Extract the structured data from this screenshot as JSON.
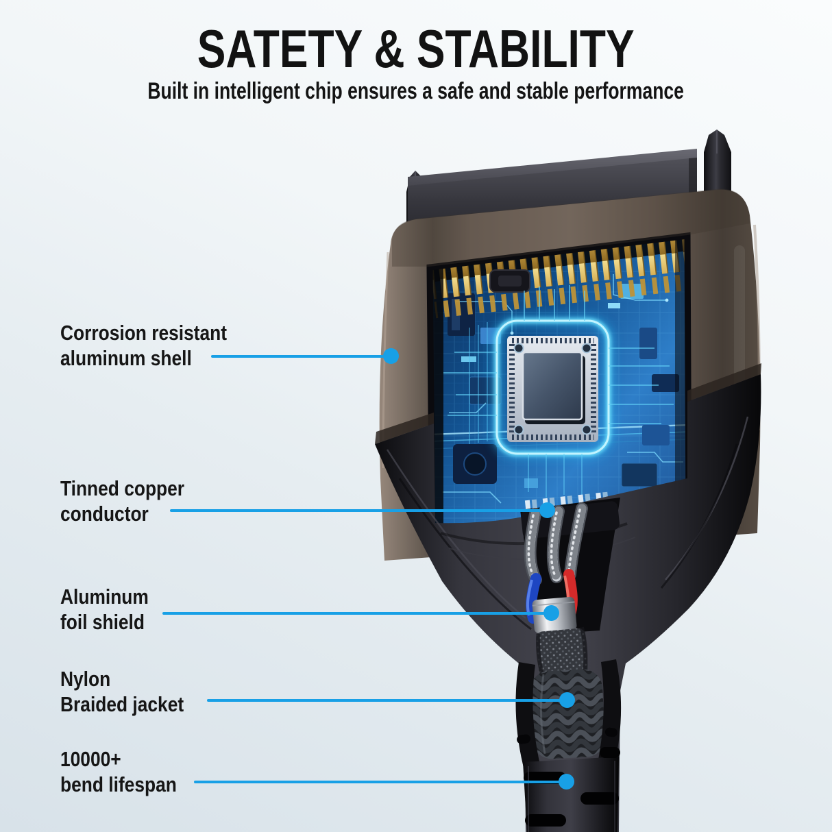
{
  "page": {
    "title": "SATETY & STABILITY",
    "subtitle": "Built in intelligent chip ensures a safe and stable performance"
  },
  "callouts": [
    {
      "line1": "Corrosion resistant",
      "line2": "aluminum shell"
    },
    {
      "line1": "Tinned copper",
      "line2": "conductor"
    },
    {
      "line1": "Aluminum",
      "line2": "foil shield"
    },
    {
      "line1": "Nylon",
      "line2": "Braided jacket"
    },
    {
      "line1": "10000+",
      "line2": "bend lifespan"
    }
  ],
  "colors": {
    "accent_blue": "#18a0e6",
    "text": "#141414",
    "background_top": "#fafcfd",
    "background_bottom": "#d8e2e9",
    "shell_bronze": "#8f8074",
    "housing_black": "#26262c",
    "pcb_blue": "#1b5ea8",
    "trace_cyan": "#6fe2ff",
    "gold_pin": "#d4ab4e",
    "wire_blue": "#1e46c2",
    "wire_red": "#d52a2a",
    "foil_silver": "#d9dade"
  }
}
